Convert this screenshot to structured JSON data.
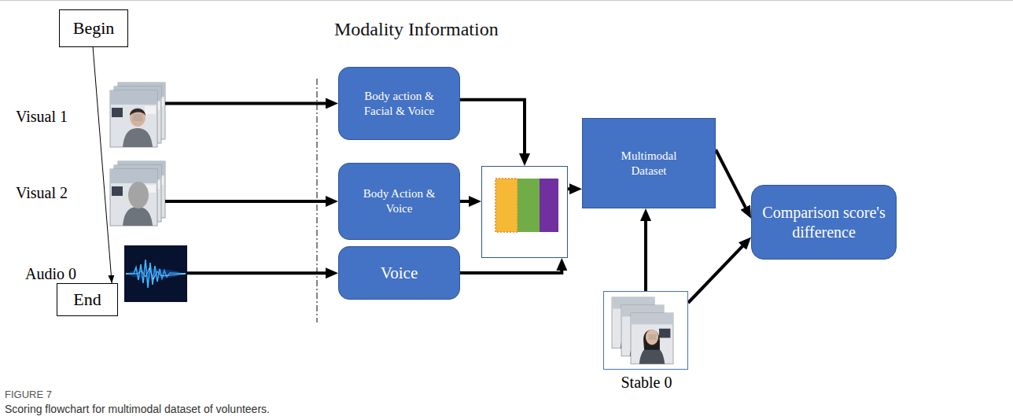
{
  "diagram": {
    "caption": "Scoring flowchart for multimodal dataset of volunteers.",
    "nodes": [
      {
        "text": [
          "Begin"
        ]
      },
      {
        "text": [
          "Visual 1"
        ]
      },
      {
        "text": [
          "Visual 2"
        ]
      },
      {
        "text": [
          "Audio 0"
        ]
      },
      {
        "text": [
          "End"
        ]
      },
      {
        "text": [
          "Body action & Facial & Voice"
        ]
      },
      {
        "text": [
          "Body Action & Voice"
        ]
      },
      {
        "text": [
          "Voice"
        ]
      },
      {
        "text": []
      },
      {
        "text": [
          "Multimodal Dataset"
        ]
      },
      {
        "text": [
          "Stable 0"
        ]
      },
      {
        "text": [
          "Comparison score's difference"
        ]
      }
    ],
    "edges": [
      {
        "from": 0,
        "to": 4,
        "arrow": "to"
      },
      {
        "from": 1,
        "to": 5,
        "arrow": "to"
      },
      {
        "from": 2,
        "to": 6,
        "arrow": "to"
      },
      {
        "from": 3,
        "to": 7,
        "arrow": "to"
      },
      {
        "from": 5,
        "to": 8,
        "arrow": "to"
      },
      {
        "from": 6,
        "to": 8,
        "arrow": "to"
      },
      {
        "from": 7,
        "to": 8,
        "arrow": "to"
      },
      {
        "from": 8,
        "to": 9,
        "arrow": "to"
      },
      {
        "from": 10,
        "to": 9,
        "arrow": "to"
      },
      {
        "from": 9,
        "to": 11,
        "arrow": "to"
      },
      {
        "from": 10,
        "to": 11,
        "arrow": "to"
      }
    ],
    "labels": [
      "Modality Information",
      "FIGURE 7"
    ]
  }
}
